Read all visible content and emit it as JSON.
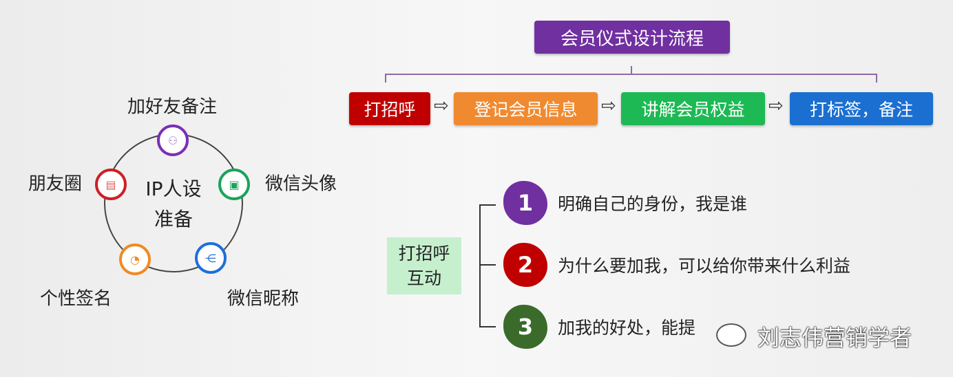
{
  "ip_ring": {
    "center_line1": "IP人设",
    "center_line2": "准备",
    "nodes": [
      {
        "label": "加好友备注",
        "icon": "org-chart-icon",
        "color": "#7b2fb5"
      },
      {
        "label": "微信头像",
        "icon": "monitor-icon",
        "color": "#1aa35a"
      },
      {
        "label": "微信昵称",
        "icon": "network-icon",
        "color": "#1e6fd9"
      },
      {
        "label": "个性签名",
        "icon": "pie-chart-icon",
        "color": "#f08a24"
      },
      {
        "label": "朋友圈",
        "icon": "laptop-icon",
        "color": "#cc1f25"
      }
    ]
  },
  "flow": {
    "title": "会员仪式设计流程",
    "title_color": "#7030a0",
    "steps": [
      {
        "label": "打招呼",
        "color": "#c00000"
      },
      {
        "label": "登记会员信息",
        "color": "#f08a30"
      },
      {
        "label": "讲解会员权益",
        "color": "#1db954"
      },
      {
        "label": "打标签，备注",
        "color": "#1b6fd0"
      }
    ],
    "arrow": "⇨"
  },
  "greeting": {
    "label_line1": "打招呼",
    "label_line2": "互动",
    "label_bg": "#c6efce",
    "items": [
      {
        "num": "1",
        "text": "明确自己的身份，我是谁",
        "color": "#7030a0"
      },
      {
        "num": "2",
        "text": "为什么要加我，可以给你带来什么利益",
        "color": "#c00000"
      },
      {
        "num": "3",
        "text": "加我的好处，能提",
        "color": "#3a6b2a"
      }
    ]
  },
  "watermark": "刘志伟营销学者"
}
